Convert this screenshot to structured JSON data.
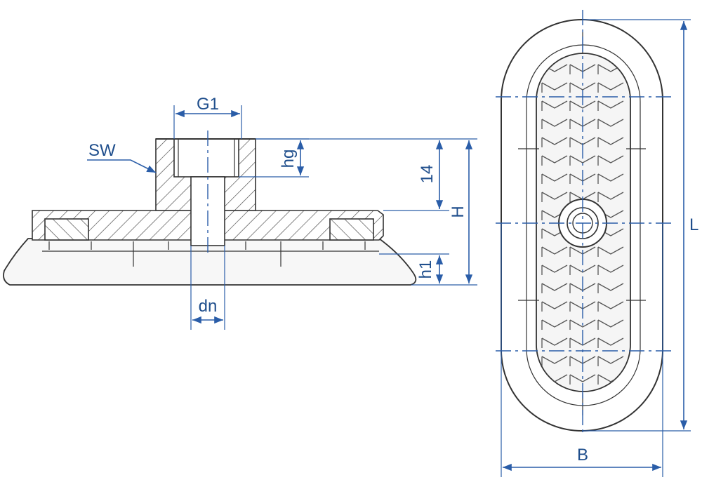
{
  "labels": {
    "g1": "G1",
    "sw": "SW",
    "hg": "hg",
    "fourteen": "14",
    "H": "H",
    "h1": "h1",
    "dn": "dn",
    "L": "L",
    "B": "B"
  },
  "colors": {
    "dimension": "#2a5da8",
    "label": "#1f4e8c",
    "outline": "#333333"
  }
}
